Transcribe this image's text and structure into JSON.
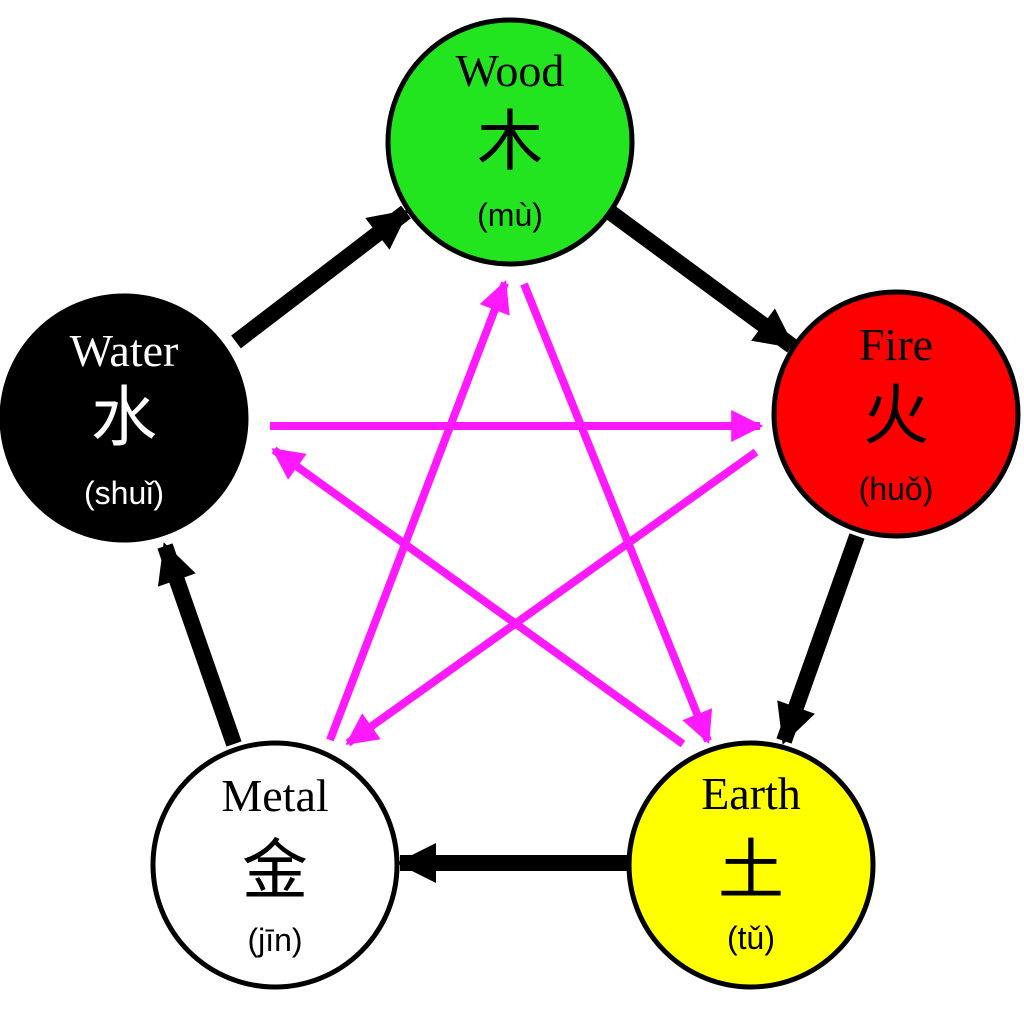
{
  "elements": {
    "wood": {
      "english": "Wood",
      "chinese": "木",
      "pinyin": "(mù)",
      "fill": "#22e41f",
      "text_color": "#000000"
    },
    "fire": {
      "english": "Fire",
      "chinese": "火",
      "pinyin": "(huǒ)",
      "fill": "#ff0000",
      "text_color": "#000000"
    },
    "earth": {
      "english": "Earth",
      "chinese": "土",
      "pinyin": "(tǔ)",
      "fill": "#ffff00",
      "text_color": "#000000"
    },
    "metal": {
      "english": "Metal",
      "chinese": "金",
      "pinyin": "(jīn)",
      "fill": "#ffffff",
      "text_color": "#000000"
    },
    "water": {
      "english": "Water",
      "chinese": "水",
      "pinyin": "(shuǐ)",
      "fill": "#000000",
      "text_color": "#ffffff"
    }
  },
  "generating_cycle": {
    "color": "#000000",
    "arrows": [
      {
        "from": "wood",
        "to": "fire"
      },
      {
        "from": "fire",
        "to": "earth"
      },
      {
        "from": "earth",
        "to": "metal"
      },
      {
        "from": "metal",
        "to": "water"
      },
      {
        "from": "water",
        "to": "wood"
      }
    ]
  },
  "overcoming_cycle": {
    "color": "#ff19ff",
    "arrows": [
      {
        "from": "wood",
        "to": "earth"
      },
      {
        "from": "earth",
        "to": "water"
      },
      {
        "from": "water",
        "to": "fire"
      },
      {
        "from": "fire",
        "to": "metal"
      },
      {
        "from": "metal",
        "to": "wood"
      }
    ]
  }
}
